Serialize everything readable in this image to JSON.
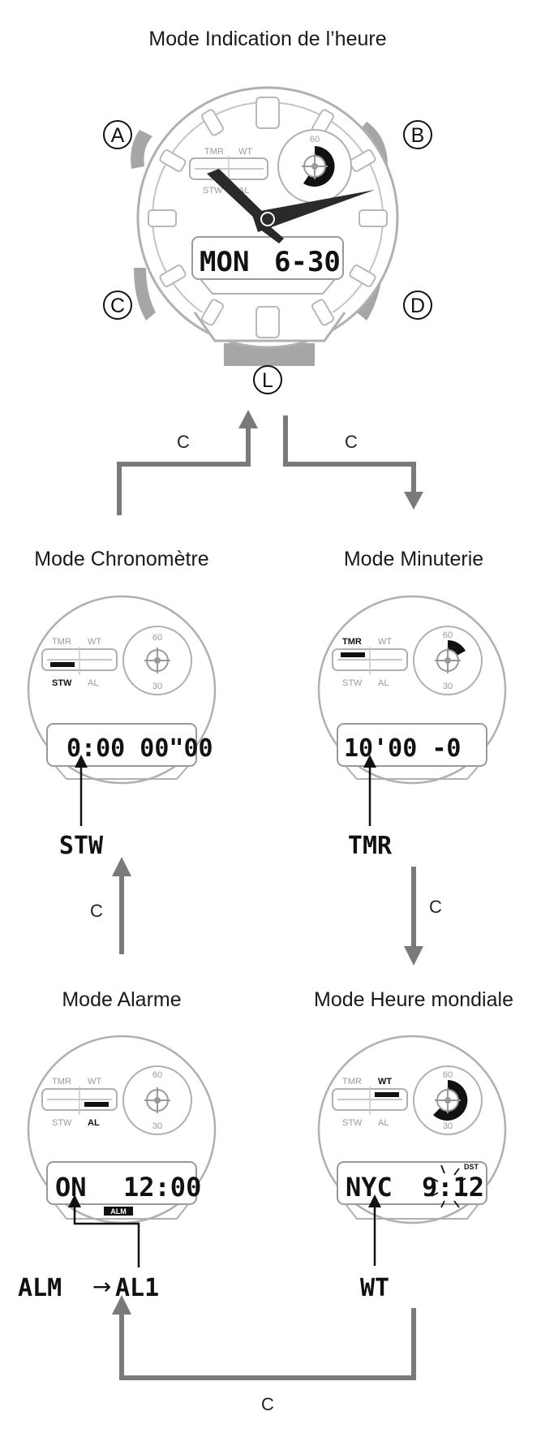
{
  "titles": {
    "timekeeping": "Mode Indication de l’heure",
    "stopwatch": "Mode Chronomètre",
    "timer": "Mode Minuterie",
    "alarm": "Mode Alarme",
    "worldtime": "Mode Heure mondiale"
  },
  "buttons": {
    "a": "A",
    "b": "B",
    "c": "C",
    "d": "D",
    "l": "L"
  },
  "indicator_labels": {
    "tmr": "TMR",
    "wt": "WT",
    "stw": "STW",
    "al": "AL"
  },
  "dial_labels": {
    "sixty": "60",
    "thirty": "30"
  },
  "displays": {
    "timekeeping": {
      "left": "MON",
      "right": "6-30"
    },
    "stopwatch": {
      "main": "0:00 00\"00"
    },
    "timer": {
      "main": "10'00 -0"
    },
    "alarm": {
      "left": "ON",
      "right": "12:00",
      "tag": "ALM"
    },
    "worldtime": {
      "left": "NYC",
      "right": "9:12",
      "dst": "DST"
    }
  },
  "callouts": {
    "stopwatch": "STW",
    "timer": "TMR",
    "alarm_from": "ALM",
    "alarm_arrow": "→",
    "alarm_to": "AL1",
    "worldtime": "WT"
  },
  "arrows": {
    "c1": "C",
    "c2": "C",
    "c3": "C",
    "c4": "C",
    "c5": "C"
  }
}
